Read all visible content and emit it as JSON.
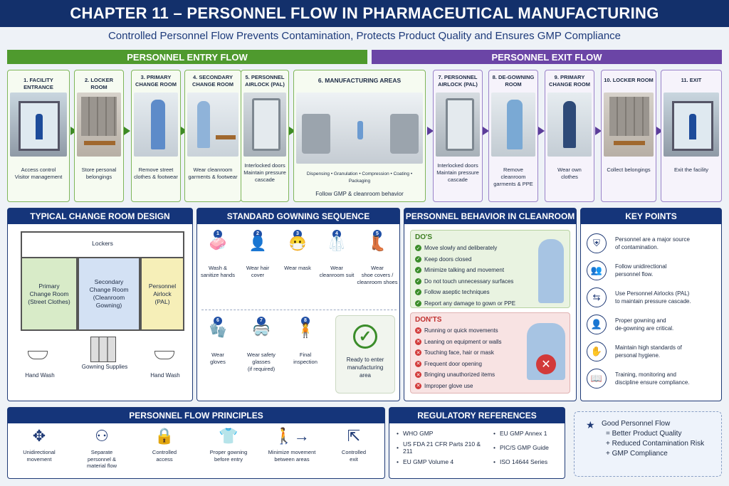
{
  "header": {
    "title": "CHAPTER 11 – PERSONNEL FLOW IN PHARMACEUTICAL MANUFACTURING",
    "subtitle": "Controlled Personnel Flow Prevents Contamination, Protects Product Quality and Ensures GMP Compliance"
  },
  "entry": {
    "label": "PERSONNEL ENTRY FLOW",
    "steps": [
      {
        "title": "1. FACILITY ENTRANCE",
        "desc": "Access control\nVisitor management"
      },
      {
        "title": "2. LOCKER ROOM",
        "desc": "Store personal\nbelongings"
      },
      {
        "title": "3. PRIMARY\nCHANGE ROOM",
        "desc": "Remove street\nclothes & footwear"
      },
      {
        "title": "4. SECONDARY\nCHANGE ROOM",
        "desc": "Wear cleanroom\ngarments & footwear"
      },
      {
        "title": "5. PERSONNEL\nAIRLOCK (PAL)",
        "desc": "Interlocked doors\nMaintain pressure\ncascade"
      },
      {
        "title": "6. MANUFACTURING AREAS",
        "desc": "Dispensing • Granulation • Compression • Coating • Packaging",
        "desc2": "Follow GMP & cleanroom behavior"
      }
    ]
  },
  "exit": {
    "label": "PERSONNEL EXIT FLOW",
    "steps": [
      {
        "title": "7. PERSONNEL\nAIRLOCK (PAL)",
        "desc": "Interlocked doors\nMaintain pressure\ncascade"
      },
      {
        "title": "8. DE-GOWNING\nROOM",
        "desc": "Remove cleanroom\ngarments & PPE"
      },
      {
        "title": "9. PRIMARY\nCHANGE ROOM",
        "desc": "Wear own\nclothes"
      },
      {
        "title": "10. LOCKER ROOM",
        "desc": "Collect belongings"
      },
      {
        "title": "11. EXIT",
        "desc": "Exit the facility"
      }
    ]
  },
  "change_room": {
    "title": "TYPICAL CHANGE ROOM DESIGN",
    "lockers": "Lockers",
    "primary": "Primary\nChange Room\n(Street Clothes)",
    "secondary": "Secondary\nChange Room\n(Cleanroom\nGowning)",
    "airlock": "Personnel\nAirlock\n(PAL)",
    "hand_wash_1": "Hand Wash",
    "gowning_supplies": "Gowning Supplies",
    "hand_wash_2": "Hand Wash"
  },
  "gowning": {
    "title": "STANDARD GOWNING SEQUENCE",
    "steps": [
      {
        "num": "1",
        "label": "Wash &\nsanitize hands"
      },
      {
        "num": "2",
        "label": "Wear hair\ncover"
      },
      {
        "num": "3",
        "label": "Wear mask"
      },
      {
        "num": "4",
        "label": "Wear\ncleanroom suit"
      },
      {
        "num": "5",
        "label": "Wear\nshoe covers /\ncleanroom shoes"
      },
      {
        "num": "6",
        "label": "Wear\ngloves"
      },
      {
        "num": "7",
        "label": "Wear safety\nglasses\n(if required)"
      },
      {
        "num": "8",
        "label": "Final\ninspection"
      }
    ],
    "ready": "Ready to enter\nmanufacturing\narea"
  },
  "behavior": {
    "title": "PERSONNEL BEHAVIOR IN CLEANROOM",
    "dos_label": "DO'S",
    "dos": [
      "Move slowly and deliberately",
      "Keep doors closed",
      "Minimize talking and movement",
      "Do not touch unnecessary surfaces",
      "Follow aseptic techniques",
      "Report any damage to gown or PPE"
    ],
    "donts_label": "DON'TS",
    "donts": [
      "Running or quick movements",
      "Leaning on equipment or walls",
      "Touching face, hair or mask",
      "Frequent door opening",
      "Bringing unauthorized items",
      "Improper glove use"
    ]
  },
  "key_points": {
    "title": "KEY POINTS",
    "items": [
      {
        "icon": "shield-icon",
        "glyph": "⛨",
        "text": "Personnel are a major source\nof contamination."
      },
      {
        "icon": "people-icon",
        "glyph": "👥",
        "text": "Follow unidirectional\npersonnel flow."
      },
      {
        "icon": "arrows-icon",
        "glyph": "⇆",
        "text": "Use Personnel Airlocks (PAL)\nto maintain pressure cascade."
      },
      {
        "icon": "gown-icon",
        "glyph": "👤",
        "text": "Proper gowning and\nde-gowning are critical."
      },
      {
        "icon": "hand-wash-icon",
        "glyph": "✋",
        "text": "Maintain high standards of\npersonal hygiene."
      },
      {
        "icon": "book-icon",
        "glyph": "📖",
        "text": "Training, monitoring and\ndiscipline ensure compliance."
      }
    ]
  },
  "principles": {
    "title": "PERSONNEL FLOW PRINCIPLES",
    "items": [
      {
        "icon": "arrows-out-icon",
        "glyph": "✥",
        "label": "Unidirectional\nmovement"
      },
      {
        "icon": "people-separate-icon",
        "glyph": "⚇",
        "label": "Separate\npersonnel &\nmaterial flow"
      },
      {
        "icon": "lock-icon",
        "glyph": "🔒",
        "label": "Controlled\naccess"
      },
      {
        "icon": "gown-icon",
        "glyph": "👕",
        "label": "Proper gowning\nbefore entry"
      },
      {
        "icon": "walk-arrow-icon",
        "glyph": "🚶→",
        "label": "Minimize movement\nbetween areas"
      },
      {
        "icon": "exit-icon",
        "glyph": "⇱",
        "label": "Controlled\nexit"
      }
    ]
  },
  "regulatory": {
    "title": "REGULATORY REFERENCES",
    "col1": [
      "WHO GMP",
      "US FDA 21 CFR Parts 210 & 211",
      "EU GMP Volume 4"
    ],
    "col2": [
      "EU GMP Annex 1",
      "PIC/S GMP Guide",
      "ISO 14644 Series"
    ]
  },
  "summary": {
    "star": "★",
    "line1": "Good Personnel Flow",
    "line2": "= Better Product Quality",
    "line3": "+ Reduced Contamination Risk",
    "line4": "+ GMP Compliance"
  }
}
